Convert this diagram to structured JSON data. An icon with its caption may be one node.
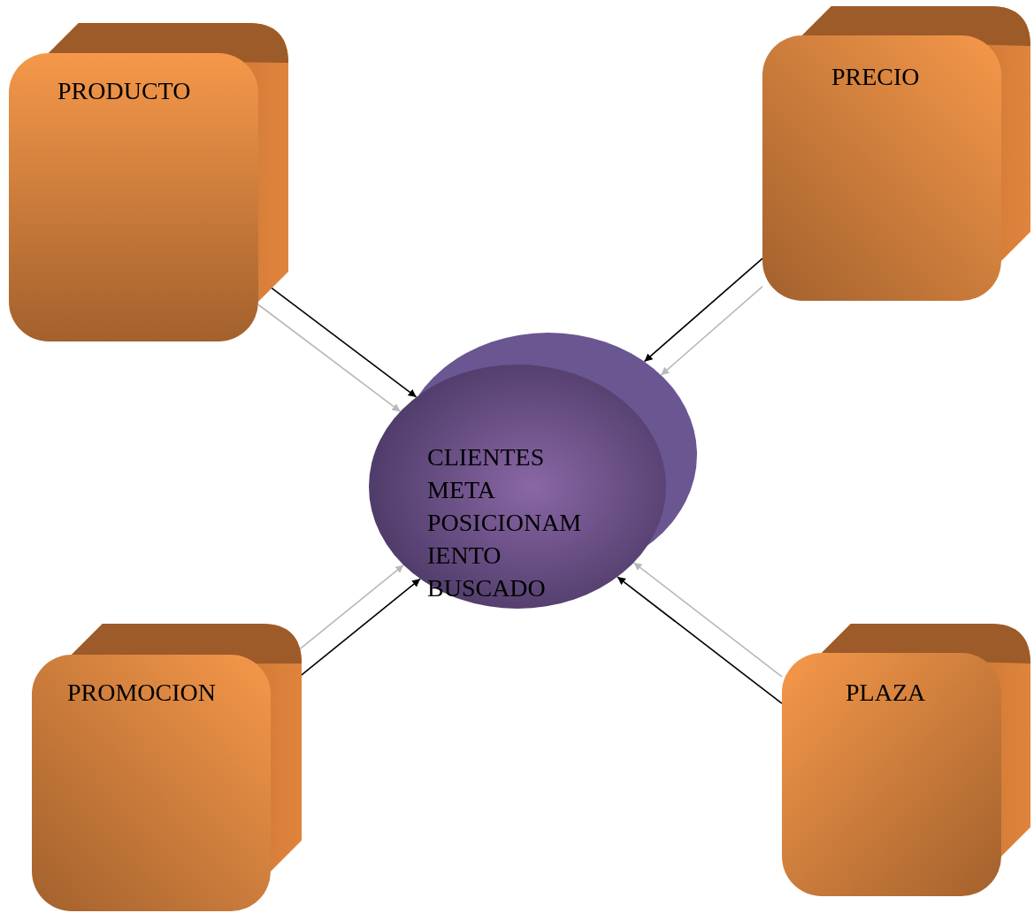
{
  "diagram": {
    "nodes": [
      {
        "text": [
          "PRODUCTO"
        ]
      },
      {
        "text": [
          "PRECIO"
        ]
      },
      {
        "text": [
          "CLIENTES META POSICIONAM IENTO BUSCADO"
        ]
      },
      {
        "text": [
          "PROMOCION"
        ]
      },
      {
        "text": [
          "PLAZA"
        ]
      }
    ],
    "edges": [
      {
        "from": 0,
        "to": 2,
        "arrow": "to"
      },
      {
        "from": 0,
        "to": 2,
        "arrow": "to",
        "color": "#b8b8b8"
      },
      {
        "from": 1,
        "to": 2,
        "arrow": "to"
      },
      {
        "from": 1,
        "to": 2,
        "arrow": "to",
        "color": "#b8b8b8"
      },
      {
        "from": 3,
        "to": 2,
        "arrow": "to"
      },
      {
        "from": 3,
        "to": 2,
        "arrow": "to",
        "color": "#b8b8b8"
      },
      {
        "from": 4,
        "to": 2,
        "arrow": "to"
      },
      {
        "from": 4,
        "to": 2,
        "arrow": "to",
        "color": "#b8b8b8"
      }
    ]
  }
}
